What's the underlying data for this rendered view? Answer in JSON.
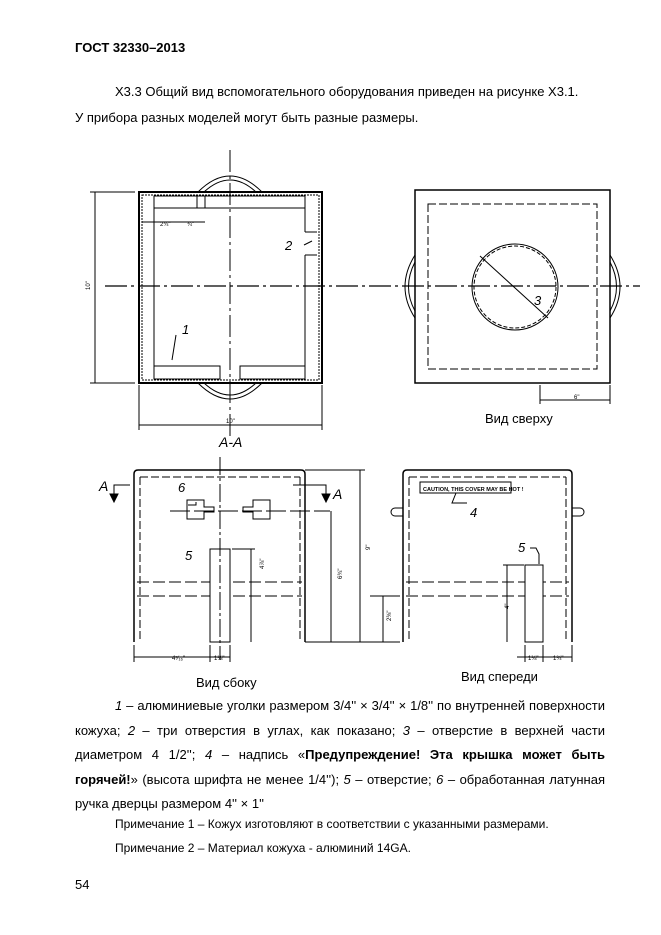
{
  "header": "ГОСТ 32330–2013",
  "paragraphs": [
    "Х3.3 Общий вид вспомогательного оборудования приведен на рисунке Х3.1.",
    "У прибора разных моделей могут быть  разные размеры."
  ],
  "figure": {
    "section_label": "А-А",
    "arrow_label": "А",
    "view_top": "Вид сверху",
    "view_side": "Вид сбоку",
    "view_front": "Вид спереди",
    "callouts": [
      "1",
      "2",
      "3",
      "4",
      "5",
      "6"
    ],
    "caution_sign": "CAUTION, THIS COVER MAY BE HOT !",
    "dims": {
      "a": "2¾\"",
      "b": "¾\"",
      "height": "10\"",
      "width": "10\"",
      "top_dim": "6\"",
      "slot_h": "4⅞\"",
      "handle_h": "6¾\"",
      "total_h": "9\"",
      "angle_h": "2⅜\"",
      "front_slot_h": "4\"",
      "side_off": "4⁷⁄₁₆\"",
      "slot_w": "1⅛\"",
      "front_slot_w": "1⅛\"",
      "front_off": "1¾\""
    }
  },
  "caption": {
    "c1": "1",
    "t1": " – алюминиевые уголки размером 3/4'' × 3/4'' × 1/8'' по внутренней поверхности кожуха; ",
    "c2": "2",
    "t2": " – три отверстия в углах, как показано; ",
    "c3": "3",
    "t3": " – отверстие в верхней части диаметром 4 1/2''; ",
    "c4": "4",
    "t4": " – надпись «",
    "bold": "Предупреждение! Эта крышка может быть горячей!",
    "t5": "» (высота шрифта не менее 1/4''); ",
    "c5": "5",
    "t6": " – отверстие; ",
    "c6": "6",
    "t7": " – обработанная латунная ручка дверцы размером 4'' × 1''"
  },
  "notes": [
    "Примечание 1 –  Кожух изготовляют в соответствии с указанными размерами.",
    "Примечание 2 – Материал кожуха - алюминий 14GA."
  ],
  "page_number": "54"
}
